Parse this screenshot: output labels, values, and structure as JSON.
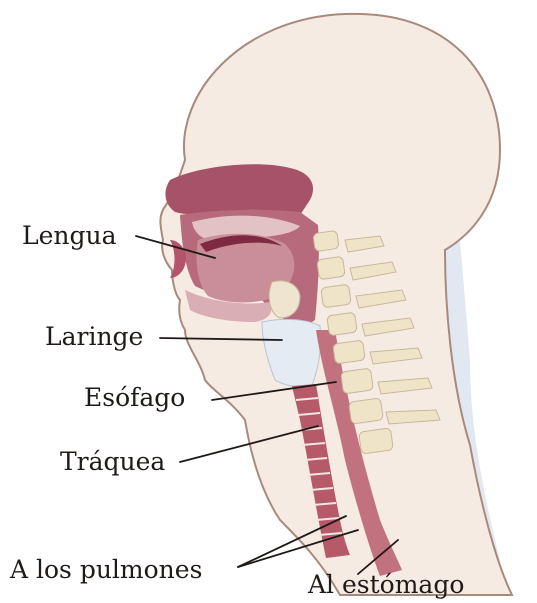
{
  "labels": {
    "tongue": "Lengua",
    "larynx": "Laringe",
    "esophagus": "Esófago",
    "trachea": "Tráquea",
    "to_lungs": "A los pulmones",
    "to_stomach": "Al estómago"
  },
  "colors": {
    "skin": "#f6ebe3",
    "skin_outline": "#a88a7c",
    "background_tissue": "#dfe6ef",
    "mouth_cavity": "#a6536a",
    "tissue_pink": "#d9aeb4",
    "tongue": "#c98e98",
    "airway": "#b65a6a",
    "cartilage": "#efe4cf",
    "larynx": "#e4ebf3",
    "vertebra": "#efe4c8",
    "text": "#1f1a17"
  },
  "icons": {
    "figure": "head-neck-cross-section"
  }
}
